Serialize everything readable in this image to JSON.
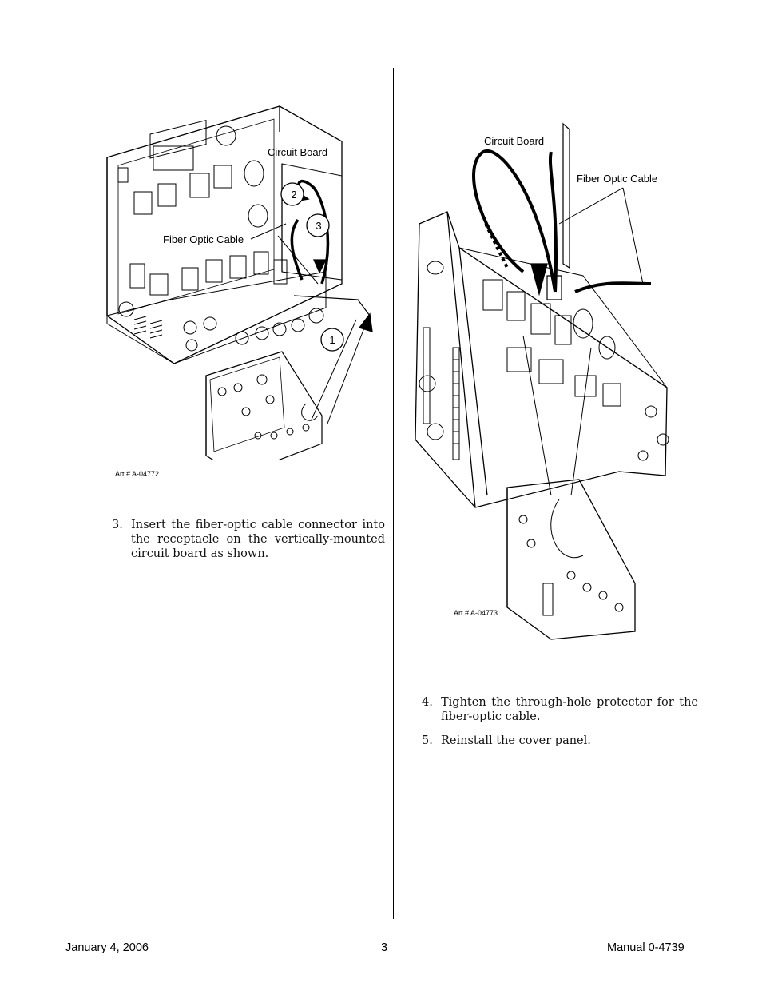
{
  "left_figure": {
    "label_circuit_board": "Circuit Board",
    "label_fiber_optic_cable": "Fiber Optic Cable",
    "callout_1": "1",
    "callout_2": "2",
    "callout_3": "3",
    "art_number": "Art # A-04772"
  },
  "right_figure": {
    "label_circuit_board": "Circuit Board",
    "label_fiber_optic_cable": "Fiber Optic Cable",
    "art_number": "Art # A-04773"
  },
  "steps": {
    "step3_num": "3.",
    "step3_text": "Insert the  fiber-optic cable connector into the receptacle on the vertically-mounted circuit board as shown.",
    "step4_num": "4.",
    "step4_text": "Tighten the through-hole protector for the fiber-optic cable.",
    "step5_num": "5.",
    "step5_text": "Reinstall the cover panel."
  },
  "footer": {
    "date": "January 4, 2006",
    "page_number": "3",
    "manual": "Manual 0-4739"
  }
}
